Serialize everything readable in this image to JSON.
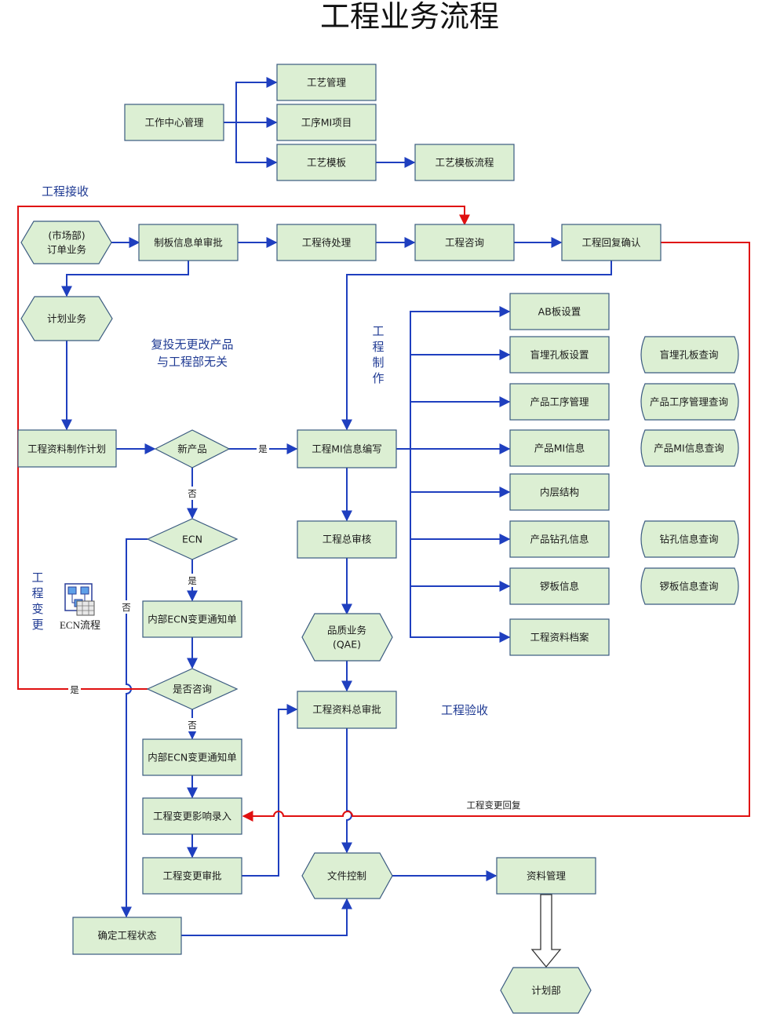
{
  "title": "工程业务流程",
  "nodes": {
    "gongzuo": "工作中心管理",
    "gongyi_guanli": "工艺管理",
    "gongxu_mi": "工序MI项目",
    "gongyi_muban": "工艺模板",
    "muban_liucheng": "工艺模板流程",
    "shichang_1": "(市场部)",
    "shichang_2": "订单业务",
    "zhiban": "制板信息单审批",
    "daichuli": "工程待处理",
    "zixun": "工程咨询",
    "huifu": "工程回复确认",
    "jihua": "计划业务",
    "ziliao_jihua": "工程资料制作计划",
    "xinchanpin": "新产品",
    "mi_bianxie": "工程MI信息编写",
    "ab": "AB板设置",
    "mangmai": "盲埋孔板设置",
    "gongxu": "产品工序管理",
    "chanpin_mi": "产品MI信息",
    "neiceng": "内层结构",
    "zuankong": "产品钻孔信息",
    "luoban": "锣板信息",
    "dangan": "工程资料档案",
    "q_mangmai": "盲埋孔板查询",
    "q_gongxu": "产品工序管理查询",
    "q_mi": "产品MI信息查询",
    "q_zuankong": "钻孔信息查询",
    "q_luoban": "锣板信息查询",
    "zongshenhe": "工程总审核",
    "pinzhi_1": "品质业务",
    "pinzhi_2": "(QAE)",
    "ziliao_zongshenpi": "工程资料总审批",
    "ecn": "ECN",
    "neibu1": "内部ECN变更通知单",
    "shifou_zixun": "是否咨询",
    "neibu2": "内部ECN变更通知单",
    "yingxiang": "工程变更影响录入",
    "biangeng_shenpi": "工程变更审批",
    "queding": "确定工程状态",
    "wenjian": "文件控制",
    "ziliao_guanli": "资料管理",
    "jihuabu": "计划部"
  },
  "labels": {
    "gongcheng_jieshou": "工程接收",
    "fu_1": "复投无更改产品",
    "fu_2": "与工程部无关",
    "zhizuo": [
      "工",
      "程",
      "制",
      "作"
    ],
    "biangeng": [
      "工",
      "程",
      "变",
      "更"
    ],
    "yanshou": "工程验收",
    "biangeng_huifu": "工程变更回复",
    "ecn_liucheng": "ECN流程"
  },
  "edge_labels": {
    "shi": "是",
    "fou": "否"
  },
  "colors": {
    "box_fill": "#dcefd3",
    "box_stroke": "#3a5a80",
    "blue_arrow": "#1f3fbf",
    "red_arrow": "#e01010",
    "side_text": "#1f3a93"
  }
}
